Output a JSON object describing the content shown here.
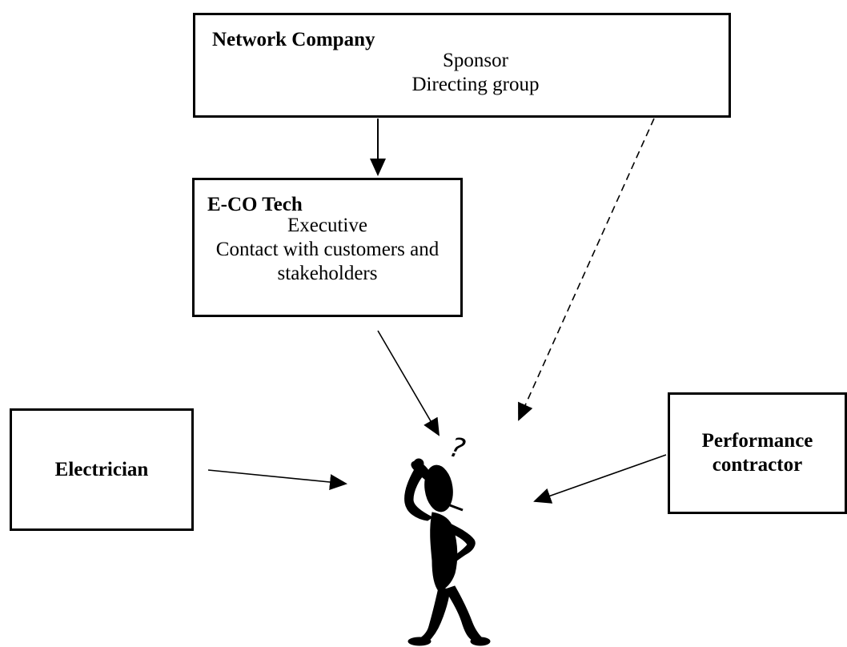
{
  "nodes": {
    "network_company": {
      "title": "Network Company",
      "lines": [
        "Sponsor",
        "Directing group"
      ]
    },
    "eco_tech": {
      "title": "E-CO Tech",
      "lines": [
        "Executive",
        "Contact with customers and",
        "stakeholders"
      ]
    },
    "electrician": {
      "title": "Electrician"
    },
    "performance_contractor": {
      "title_line1": "Performance",
      "title_line2": "contractor"
    }
  },
  "figure": {
    "icon": "confused-person-icon",
    "glyph": "?"
  },
  "edges": [
    {
      "from": "Network Company",
      "to": "E-CO Tech",
      "style": "solid"
    },
    {
      "from": "Network Company",
      "to": "person",
      "style": "dashed"
    },
    {
      "from": "E-CO Tech",
      "to": "person",
      "style": "solid"
    },
    {
      "from": "Electrician",
      "to": "person",
      "style": "solid"
    },
    {
      "from": "Performance contractor",
      "to": "person",
      "style": "solid"
    }
  ],
  "colors": {
    "stroke": "#000000",
    "background": "#ffffff"
  }
}
